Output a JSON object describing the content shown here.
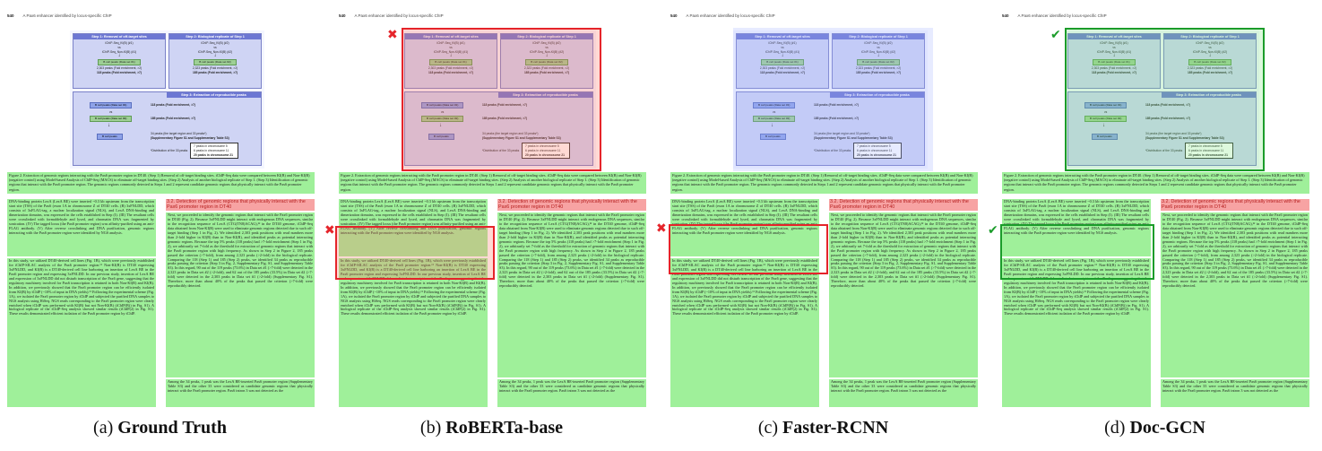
{
  "page_header": {
    "page_number": "540",
    "running_title": "A Pax6 enhancer identified by locus-specific ChIP"
  },
  "figure": {
    "step1": {
      "title": "Step 1: Removal of off-target sites",
      "line1": "iChIP-Seq_KI(B) (#1)",
      "vs": "vs",
      "line2": "iChIP-Seq_Non-KI(B) (#1)",
      "chip": "B cell peaks (Data set #1)",
      "peaks": "2,303 peaks (Fold enrichment, >2)",
      "peaks2": "118 peaks (Fold enrichment, >7)"
    },
    "step2": {
      "title": "Step 2: Biological replicate of Step 1",
      "line1": "iChIP-Seq_KI(B) (#2)",
      "vs": "vs",
      "line2": "iChIP-Seq_Non-KI(B) (#2)",
      "chip": "B cell peaks (Data set #2)",
      "peaks": "2,323 peaks (Fold enrichment, >2)",
      "peaks2": "185 peaks (Fold enrichment, >7)"
    },
    "step3": {
      "title": "Step 3: Extraction of reproducible peaks",
      "row1_chip": "B cell peaks (Data set #1)",
      "row1_val": "118 peaks (Fold enrichment, >7)",
      "vs": "vs",
      "row2_chip": "B cell peaks (Data set #2)",
      "row2_val": "185 peaks (Fold enrichment, >7)",
      "final_chip": "B cell peaks",
      "final_val1": "34 peaks (the target region and 33 peaks*)",
      "final_val2": "(Supplementary Figure S1 and Supplementary Table S3)",
      "dist_label": "*Distribution of the 33 peaks",
      "dist1": "7 peaks in chromosome 5",
      "dist2": "6 peaks in chromosome 11",
      "dist3": "20 peaks in chromosome 21"
    }
  },
  "caption": "Figure 2. Extraction of genomic regions interacting with the Pax6 promoter region in DT40. (Step 1) Removal of off-target binding sites. iChIP-Seq data were compared between KI(B) and Non-KI(B) (negative control) using Model-based Analysis of ChIP-Seq (MACS) to eliminate off-target binding sites. (Step 2) Analysis of another biological replicate of Step 1. (Step 3) Identification of genomic regions that interact with the Pax6 promoter region. The genomic regions commonly detected in Steps 1 and 2 represent candidate genomic regions that physically interact with the Pax6 promoter region.",
  "left_col": {
    "para1": "DNA-binding protein LexA (LexA BE) were inserted ~0.3 kb upstream from the transcription start site (TSS) of the Pax6 (exon 1A in chromosome Z of DT40 cells. (B) 3xFNLDD, which consists of 3xFLAG-tag, a nuclear localization signal (NLS), and LexA DNA-binding and dimerization domains, was expressed in the cells established in Step (I). (III) The resultant cells were crosslinked with formaldehyde and lysed, and chromatin DNA was fragmented by sonication. (IV) The tagged locus (the Pax6 promoter region) was affinity-purified using an anti-FLAG antibody. (V) After reverse crosslinking and DNA purification, genomic regions interacting with the Pax6 promoter region were identified by NGS analysis.",
    "para2": "In this study, we utilized DT40-derived cell lines (Fig. 1B), which were previously established for iChIP-SILAC analysis of the Pax6 promoter region.¹¹ Non-KI(B) is DT40 expressing 3xFNLDD, and KI(B) is a DT40-derived cell line harboring an insertion of LexA BE in the Pax6 promoter region and expressing 3xFNLDD. In our previous study, insertion of LexA BE and expression of 3xFNLDD did not disturb transcription of the Pax6 gene, suggesting that the regulatory machinery involved for Pax6 transcription is retained in both Non-KI(B) and KI(B). In addition, we previously showed that the Pax6 promoter region can be efficiently isolated from KI(B) by iChIP (~10% of input in DNA yields).¹¹ Following the experimental scheme (Fig. 1A), we isolated the Pax6 promoter region by iChIP and subjected the purified DNA samples to NGS analysis using HiSeq. NGS reads corresponding to the Pax6 promoter region were clearly enriched when iChIP was performed with KI(B) but not Non-KI(B) (iChIP(B)) in Fig. S1). A biological replicate of the iChIP-Seq analysis showed similar results (iChIP(2) in Fig. S1). These results demonstrated efficient isolation of the Pax6 promoter region by iChIP."
  },
  "right_col": {
    "section_title": "3.2. Detection of genomic regions that physically interact with the Pax6 promoter region in DT40",
    "para1": "Next, we proceeded to identify the genomic regions that interact with the Pax6 promoter region in DT40 (Fig. 2). Because 3xFNLDD might interact with endogenous DNA sequences, similar to the recognition sequence of LexA (CTG(TN8)ACAG),²² in the DT40 genome, iChIP-Seq data obtained from Non-KI(B) were used to eliminate genomic regions detected due to such off-target binding (Step 1 in Fig. 2). We identified 2,303 peak positions with read numbers more than 2-fold higher in KI(B) than in Non-KI(B), and identified peaks as potential interacting genomic regions. Because the top 5% peaks (118 peaks) had >7-fold enrichment (Step 1 in Fig. 2), we arbitrarily set 7-fold as the threshold for extraction of genomic regions that interact with the Pax6 promoter region with high frequency. As shown in Step 2 in Figure 2, 185 peaks passed the criterion (>7-fold), from among 2,323 peaks (>2-fold) in the biological replicate. Comparing the 118 (Step 1) and 185 (Step 2) peaks, we identified 34 peaks as reproducible peaks passing the criterion (Step 3 in Fig. 2, Supplementary Fig. S1, and Supplementary Table S3). In this regard, 90 out of the 119 peaks (73.6%) in Data set #1 (>7-fold) were detected in the 2,323 peaks in Data set #2 (>2-fold), and 62 out of the 185 peaks (33.5%) in Data set #2 (>7-fold) were detected in the 2,303 peaks in Data set #1 (>2-fold) (Supplementary Fig. S1). Therefore, more than about 40% of the peaks that passed the criterion (>7-fold) were reproducibly detected.",
    "para2": "Among the 34 peaks, 1 peak was the LexA BE-inserted Pax6 promoter region (Supplementary Table S3) and the other 33 were considered as candidate genomic regions that physically interact with the Pax6 promoter region. Pax6 intron 3 was not detected as the"
  },
  "panels": [
    {
      "id": "a",
      "label_prefix": "(a) ",
      "label_bold": "Ground Truth",
      "marks": []
    },
    {
      "id": "b",
      "label_prefix": "(b) ",
      "label_bold": "RoBERTa-base",
      "marks": [
        "✖",
        "✖"
      ]
    },
    {
      "id": "c",
      "label_prefix": "(c) ",
      "label_bold": "Faster-RCNN",
      "marks": [
        "✖"
      ]
    },
    {
      "id": "d",
      "label_prefix": "(d) ",
      "label_bold": "Doc-GCN",
      "marks": [
        "✔",
        "✔"
      ]
    }
  ],
  "colors": {
    "paragraph_highlight": "#9ff09a",
    "section_header_highlight": "#f7a3a3",
    "figure_highlight": "#cfd4f4",
    "wrong_box": "#e5242a",
    "correct_box": "#1b9c2a"
  }
}
